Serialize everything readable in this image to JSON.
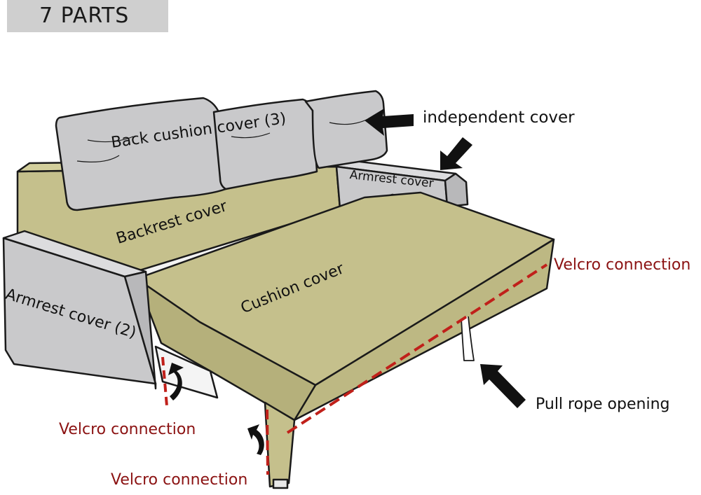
{
  "title": "7 PARTS",
  "labels": {
    "back_cushion": "Back cushion cover (3)",
    "independent": "independent cover",
    "armrest_right": "Armrest cover",
    "backrest": "Backrest cover",
    "cushion": "Cushion cover",
    "armrest_left": "Armrest cover (2)",
    "velcro_right": "Velcro connection",
    "velcro_left": "Velcro connection",
    "velcro_bottom": "Velcro connection",
    "pull_rope": "Pull rope opening"
  },
  "colors": {
    "fabric_olive": "#c5c08c",
    "fabric_gray": "#c9c9cb",
    "outline": "#1a1a1a",
    "velcro_red": "#c0201a",
    "label_red": "#8b1212",
    "title_bg": "#cfcfcf"
  },
  "icons": [
    "pointer-arrow-icon",
    "curved-arrow-icon"
  ]
}
